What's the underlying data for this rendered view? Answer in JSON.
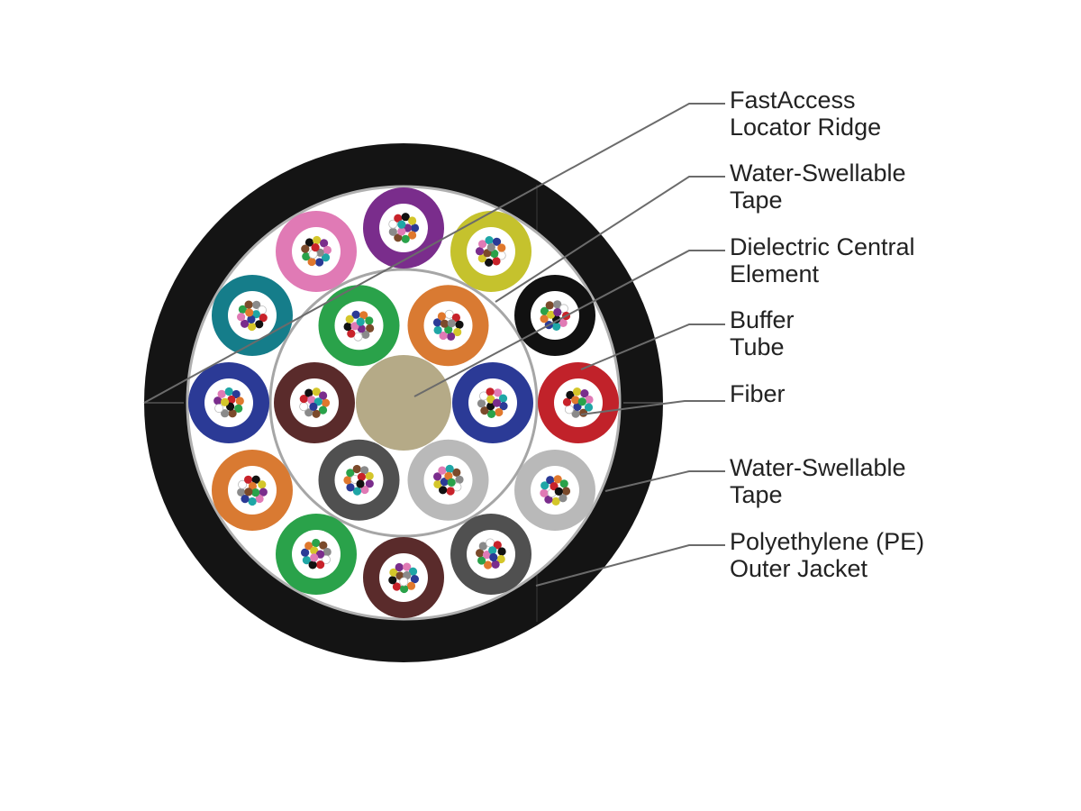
{
  "colors": {
    "jacket": "#141414",
    "inner_tape": "#a6a6a6",
    "central_element": "#b5aa87",
    "leader": "#6b6b6b",
    "fiber_palette": [
      "#2b3a96",
      "#e0782d",
      "#2aa24a",
      "#7b4a2b",
      "#8a8a8a",
      "#ffffff",
      "#c8222a",
      "#111111",
      "#d4c62a",
      "#7a2d8c",
      "#e07ab5",
      "#1fa6a6"
    ]
  },
  "tubes": {
    "outer": [
      {
        "color": "#7a2d8c",
        "name": "violet"
      },
      {
        "color": "#c5c22d",
        "name": "yellow"
      },
      {
        "color": "#111111",
        "name": "black"
      },
      {
        "color": "#c1222a",
        "name": "red"
      },
      {
        "color": "#b9b9b9",
        "name": "slate"
      },
      {
        "color": "#505050",
        "name": "gray"
      },
      {
        "color": "#5a2b2b",
        "name": "brown"
      },
      {
        "color": "#2aa24a",
        "name": "green"
      },
      {
        "color": "#d97a32",
        "name": "orange"
      },
      {
        "color": "#2b3a96",
        "name": "blue"
      },
      {
        "color": "#157d8a",
        "name": "aqua"
      },
      {
        "color": "#e07ab5",
        "name": "rose"
      }
    ],
    "inner": [
      {
        "color": "#2aa24a",
        "name": "green"
      },
      {
        "color": "#d97a32",
        "name": "orange"
      },
      {
        "color": "#2b3a96",
        "name": "blue"
      },
      {
        "color": "#b9b9b9",
        "name": "slate"
      },
      {
        "color": "#505050",
        "name": "gray"
      },
      {
        "color": "#5a2b2b",
        "name": "brown"
      }
    ]
  },
  "callouts": [
    {
      "line1": "FastAccess",
      "line2": "Locator Ridge"
    },
    {
      "line1": "Water-Swellable",
      "line2": "Tape"
    },
    {
      "line1": "Dielectric Central",
      "line2": "Element"
    },
    {
      "line1": "Buffer",
      "line2": "Tube"
    },
    {
      "line1": "Fiber",
      "line2": ""
    },
    {
      "line1": "Water-Swellable",
      "line2": "Tape"
    },
    {
      "line1": "Polyethylene (PE)",
      "line2": "Outer Jacket"
    }
  ]
}
